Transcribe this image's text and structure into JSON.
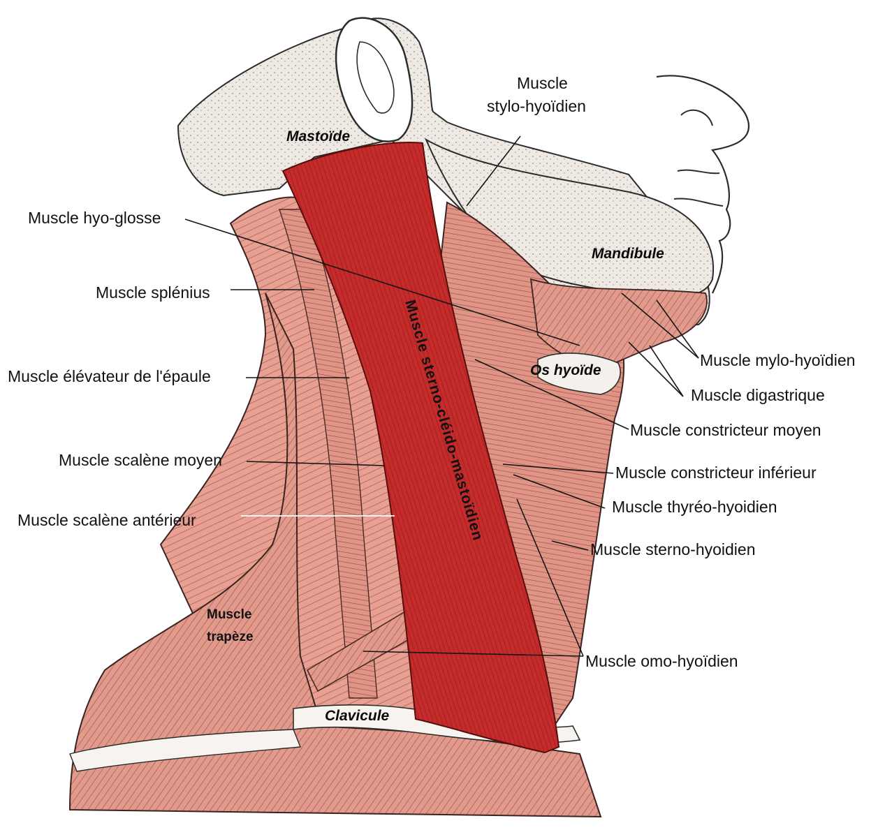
{
  "colors": {
    "muscle_light": "#e9a193",
    "muscle_mid": "#c7766a",
    "muscle_dark": "#8a4a42",
    "scm_red": "#c32a2a",
    "scm_dark": "#8e1414",
    "bone": "#f1ede6",
    "outline": "#2b2b2b"
  },
  "labels": {
    "stylo_hyoidien_1": "Muscle",
    "stylo_hyoidien_2": "stylo-hyoïdien",
    "hyo_glosse": "Muscle hyo-glosse",
    "splenius": "Muscle splénius",
    "elevateur": "Muscle élévateur de l'épaule",
    "scalene_moyen": "Muscle scalène moyen",
    "scalene_anterieur": "Muscle scalène antérieur",
    "mylo_hyoidien": "Muscle mylo-hyoïdien",
    "digastrique": "Muscle digastrique",
    "constricteur_moyen": "Muscle constricteur moyen",
    "constricteur_inferieur": "Muscle constricteur inférieur",
    "thyreo_hyoidien": "Muscle thyréo-hyoidien",
    "sterno_hyoidien": "Muscle sterno-hyoidien",
    "omo_hyoidien": "Muscle omo-hyoïdien",
    "scm": "Muscle sterno-cléido-mastoïdien",
    "trapeze_1": "Muscle",
    "trapeze_2": "trapèze"
  },
  "structures": {
    "mastoide": "Mastoïde",
    "mandibule": "Mandibule",
    "os_hyoide": "Os hyoïde",
    "clavicule": "Clavicule"
  }
}
